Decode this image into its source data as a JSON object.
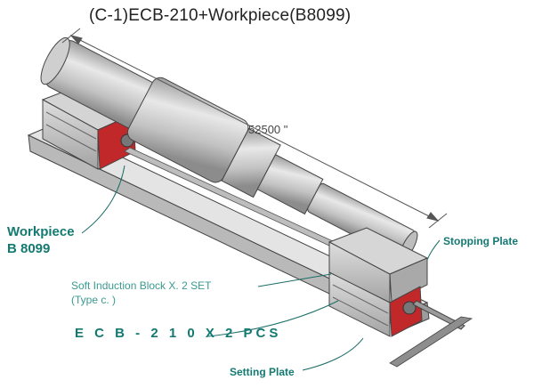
{
  "title": "(C-1)ECB-210+Workpiece(B8099)",
  "dimension": "52500 \"",
  "labels": {
    "workpiece_line1": "Workpiece",
    "workpiece_line2": "B 8099",
    "stopping_plate": "Stopping Plate",
    "soft_block_line1": "Soft Induction Block  X. 2 SET",
    "soft_block_line2": "(Type c. )",
    "ecb": "E C B - 2 1 0   X 2 PCS",
    "setting_plate": "Setting Plate"
  },
  "colors": {
    "label_teal": "#137a72",
    "block_red": "#c0282a",
    "body_gray": "#c9c9c9"
  }
}
